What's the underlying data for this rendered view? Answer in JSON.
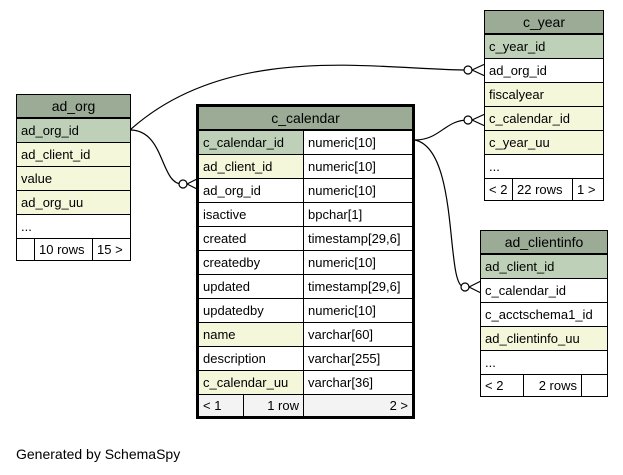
{
  "tables": {
    "ad_org": {
      "name": "ad_org",
      "columns": [
        "ad_org_id",
        "ad_client_id",
        "value",
        "ad_org_uu"
      ],
      "more": "...",
      "footer": [
        "",
        "10 rows",
        "15 >"
      ]
    },
    "c_calendar": {
      "name": "c_calendar",
      "columns": [
        {
          "name": "c_calendar_id",
          "type": "numeric[10]"
        },
        {
          "name": "ad_client_id",
          "type": "numeric[10]"
        },
        {
          "name": "ad_org_id",
          "type": "numeric[10]"
        },
        {
          "name": "isactive",
          "type": "bpchar[1]"
        },
        {
          "name": "created",
          "type": "timestamp[29,6]"
        },
        {
          "name": "createdby",
          "type": "numeric[10]"
        },
        {
          "name": "updated",
          "type": "timestamp[29,6]"
        },
        {
          "name": "updatedby",
          "type": "numeric[10]"
        },
        {
          "name": "name",
          "type": "varchar[60]"
        },
        {
          "name": "description",
          "type": "varchar[255]"
        },
        {
          "name": "c_calendar_uu",
          "type": "varchar[36]"
        }
      ],
      "footer": [
        "< 1",
        "1 row",
        "2 >"
      ]
    },
    "c_year": {
      "name": "c_year",
      "columns": [
        "c_year_id",
        "ad_org_id",
        "fiscalyear",
        "c_calendar_id",
        "c_year_uu"
      ],
      "more": "...",
      "footer": [
        "< 2",
        "22 rows",
        "1 >"
      ]
    },
    "ad_clientinfo": {
      "name": "ad_clientinfo",
      "columns": [
        "ad_client_id",
        "c_calendar_id",
        "c_acctschema1_id",
        "ad_clientinfo_uu"
      ],
      "more": "...",
      "footer": [
        "< 2",
        "2 rows",
        ""
      ]
    }
  },
  "credit": "Generated by SchemaSpy",
  "colors": {
    "header": "#9bab96",
    "primary_key": "#bed1b8",
    "foreign_key": "#f4f7da"
  }
}
